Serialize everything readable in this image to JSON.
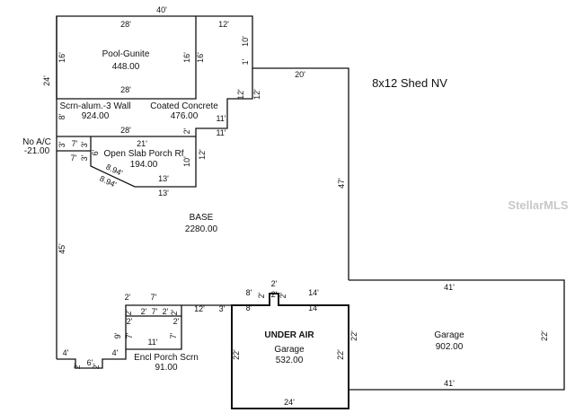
{
  "header": {
    "shed_note": "8x12 Shed NV"
  },
  "watermark": "StellarMLS",
  "areas": {
    "pool": {
      "name": "Pool-Gunite",
      "sqft": "448.00"
    },
    "scrn_wall": {
      "name": "Scrn-alum.-3 Wall",
      "sqft": "924.00"
    },
    "coated": {
      "name": "Coated Concrete",
      "sqft": "476.00"
    },
    "open_slab": {
      "name": "Open Slab Porch Rf",
      "sqft": "194.00"
    },
    "no_ac": {
      "name": "No A/C",
      "sqft": "-21.00"
    },
    "base": {
      "name": "BASE",
      "sqft": "2280.00"
    },
    "encl_porch": {
      "name": "Encl Porch Scrn",
      "sqft": "91.00"
    },
    "under_air": "UNDER AIR",
    "garage_main": {
      "name": "Garage",
      "sqft": "532.00"
    },
    "garage_side": {
      "name": "Garage",
      "sqft": "902.00"
    }
  },
  "dims": {
    "top_40": "40'",
    "pool_top_28": "28'",
    "pool_bot_28": "28'",
    "pool_left_16": "16'",
    "pool_right_16": "16'",
    "left_24": "24'",
    "top_right_12": "12'",
    "right_10": "10'",
    "right_1": "1'",
    "step_12a": "12'",
    "step_12b": "12'",
    "step_11a": "11'",
    "step_11b": "11'",
    "right_20": "20'",
    "scrn_8": "8'",
    "scrn_28": "28'",
    "scrn_2": "2'",
    "slab_21": "21'",
    "slab_10": "10'",
    "slab_12": "12'",
    "slab_13a": "13'",
    "slab_13b": "13'",
    "slab_6": "6'",
    "diag_1": "8.94'",
    "diag_2": "8.94'",
    "noac_3a": "3'",
    "noac_3b": "3'",
    "noac_3c": "3'",
    "noac_7a": "7'",
    "noac_7b": "7'",
    "right_47": "47'",
    "left_45": "45'",
    "encl_2a": "2'",
    "encl_7a": "7'",
    "encl_2b": "2'",
    "encl_2c": "2'",
    "encl_7b": "7'",
    "encl_2d": "2'",
    "encl_2e": "2'",
    "encl_2f": "2'",
    "encl_9": "9'",
    "encl_7c": "7'",
    "encl_7d": "7'",
    "encl_11": "11'",
    "encl_12": "12'",
    "encl_3": "3'",
    "bot_4a": "4'",
    "bot_2": "2'",
    "bot_6": "6'",
    "bot_2b": "2'",
    "bot_4b": "4'",
    "gar_8a": "8'",
    "gar_2a": "2'",
    "gar_2b": "2'",
    "gar_2c": "2'",
    "gar_14a": "14'",
    "gar_8b": "8'",
    "gar_14b": "14'",
    "gar_22a": "22'",
    "gar_22b": "22'",
    "gar_24": "24'",
    "side_41a": "41'",
    "side_22a": "22'",
    "side_22b": "22'",
    "side_41b": "41'"
  }
}
